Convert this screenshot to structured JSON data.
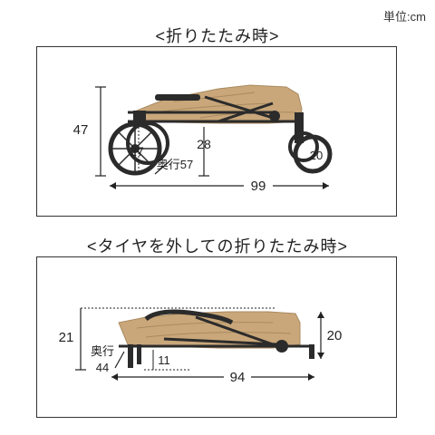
{
  "unit_label": "単位:cm",
  "section1": {
    "title": "<折りたたみ時>",
    "height_label": "47",
    "wheel_label": "27",
    "clearance_label": "28",
    "depth_label": "奥行57",
    "rear_wheel_label": "20",
    "length_label": "99"
  },
  "section2": {
    "title": "<タイヤを外しての折りたたみ時>",
    "height_left_label": "21",
    "height_right_label": "20",
    "depth_label_line1": "奥行",
    "depth_label_line2": "44",
    "leg_label": "11",
    "length_label": "94"
  },
  "colors": {
    "fabric": "#c9a77a",
    "fabric_dark": "#a98a5f",
    "frame": "#2b2b2b",
    "line": "#222222"
  }
}
